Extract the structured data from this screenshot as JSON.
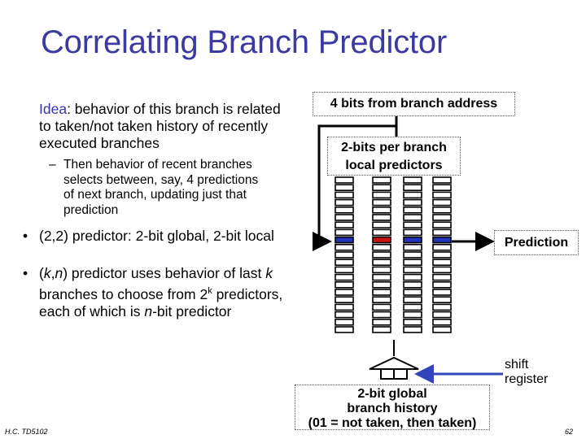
{
  "title": "Correlating Branch Predictor",
  "text": {
    "idea_keyword": "Idea",
    "idea_rest": ": behavior of this branch is related to taken/not taken history of recently executed branches",
    "sub_dash": "–",
    "sub_text": "Then behavior of recent branches selects between, say, 4 predictions of next branch, updating just that prediction",
    "bullet_char": "•",
    "bullet1": "(2,2) predictor: 2-bit global, 2-bit local",
    "bullet2_a": "(",
    "bullet2_k": "k",
    "bullet2_b": ",",
    "bullet2_n": "n",
    "bullet2_c": ") predictor uses behavior of last ",
    "bullet2_k2": "k",
    "bullet2_d": " branches to choose from 2",
    "bullet2_sup": "k",
    "bullet2_e": " predictors, each of which is ",
    "bullet2_n2": "n",
    "bullet2_f": "-bit predictor"
  },
  "diagram": {
    "addr_label": "4 bits from branch address",
    "local_line1": "2-bits per branch",
    "local_line2": "local predictors",
    "prediction_label": "Prediction",
    "shift_line1": "shift",
    "shift_line2": "register",
    "global_line1": "2-bit global",
    "global_line2": "branch history",
    "global_line3": "(01 = not taken, then taken)",
    "selected_colors": [
      "#2233bb",
      "#cc1111",
      "#2233bb",
      "#2233bb"
    ],
    "arrow_color": "#3344bb"
  },
  "footer": {
    "left": "H.C. TD5102",
    "right": "62"
  }
}
